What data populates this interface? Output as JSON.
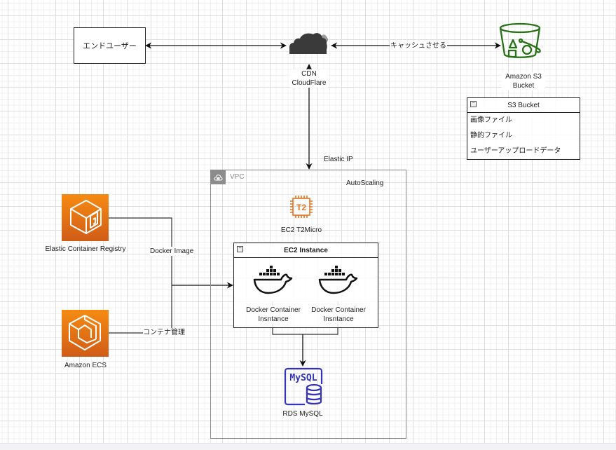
{
  "diagram": {
    "end_user": {
      "label": "エンドユーザー"
    },
    "cdn": {
      "label_line1": "CDN",
      "label_line2": "CloudFlare",
      "icon": "cloud-icon"
    },
    "s3_icon": {
      "label_line1": "Amazon S3",
      "label_line2": "Bucket",
      "icon": "s3-bucket-icon",
      "color": "#277116"
    },
    "s3_list": {
      "title": "S3 Bucket",
      "toggle": "−",
      "items": [
        "画像ファイル",
        "静的ファイル",
        "ユーザーアップロードデータ"
      ]
    },
    "edges": {
      "cache": "キャッシュさせる",
      "elastic_ip": "Elastic IP",
      "docker_image": "Docker Image",
      "container_mgmt": "コンテナ管理"
    },
    "vpc": {
      "label": "VPC",
      "autoscaling": "AutoScaling",
      "border_color": "#8c8c8c"
    },
    "ec2_t2": {
      "badge": "T2",
      "label": "EC2 T2Micro",
      "color": "#e07622"
    },
    "ec2_instance": {
      "title": "EC2 Instance",
      "toggle": "−",
      "containers": [
        {
          "label_line1": "Docker Container",
          "label_line2": "Insntance"
        },
        {
          "label_line1": "Docker Container",
          "label_line2": "Insntance"
        }
      ]
    },
    "ecr": {
      "label": "Elastic Container Registry",
      "gradient_top": "#f68b12",
      "gradient_bottom": "#d05c17"
    },
    "ecs": {
      "label": "Amazon ECS"
    },
    "rds": {
      "badge": "MySQL",
      "label": "RDS MySQL",
      "color": "#3334b9"
    }
  }
}
